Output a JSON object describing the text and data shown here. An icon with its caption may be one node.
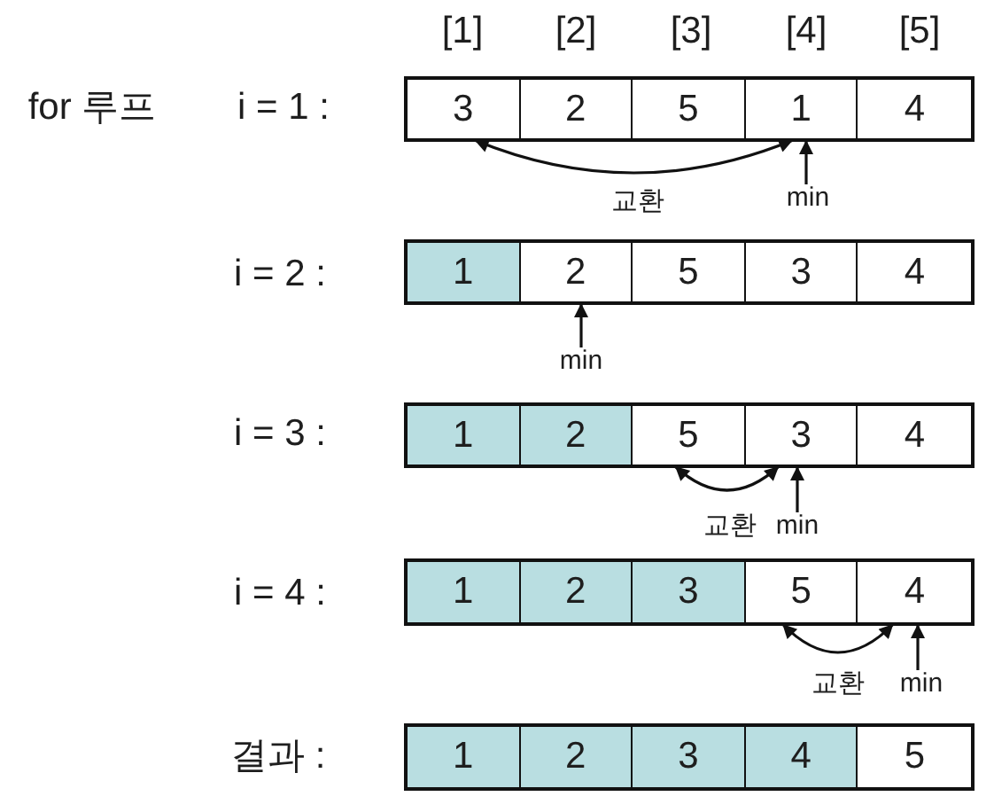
{
  "diagram": {
    "nodes": [
      {
        "text": [],
        "shape": "box",
        "beside": [
          "i = 1 :"
        ]
      },
      {
        "text": [
          "3"
        ],
        "in": 0
      },
      {
        "text": [
          "2"
        ],
        "in": 0
      },
      {
        "text": [
          "5"
        ],
        "in": 0
      },
      {
        "text": [
          "1"
        ],
        "in": 0
      },
      {
        "text": [
          "4"
        ],
        "in": 0
      },
      {
        "text": [
          "min"
        ]
      },
      {
        "text": [],
        "shape": "box",
        "beside": [
          "i = 2 :"
        ]
      },
      {
        "text": [
          "1"
        ],
        "in": 7
      },
      {
        "text": [
          "2"
        ],
        "in": 7
      },
      {
        "text": [
          "5"
        ],
        "in": 7
      },
      {
        "text": [
          "3"
        ],
        "in": 7
      },
      {
        "text": [
          "4"
        ],
        "in": 7
      },
      {
        "text": [
          "min"
        ]
      },
      {
        "text": [],
        "shape": "box",
        "beside": [
          "i = 3 :"
        ]
      },
      {
        "text": [
          "1"
        ],
        "in": 14
      },
      {
        "text": [
          "2"
        ],
        "in": 14
      },
      {
        "text": [
          "5"
        ],
        "in": 14
      },
      {
        "text": [
          "3"
        ],
        "in": 14
      },
      {
        "text": [
          "4"
        ],
        "in": 14
      },
      {
        "text": [
          "min"
        ]
      },
      {
        "text": [],
        "shape": "box",
        "beside": [
          "i = 4 :"
        ]
      },
      {
        "text": [
          "1"
        ],
        "in": 21
      },
      {
        "text": [
          "2"
        ],
        "in": 21
      },
      {
        "text": [
          "3"
        ],
        "in": 21
      },
      {
        "text": [
          "5"
        ],
        "in": 21
      },
      {
        "text": [
          "4"
        ],
        "in": 21
      },
      {
        "text": [
          "min"
        ]
      },
      {
        "text": [],
        "shape": "box",
        "beside": [
          "결과 :"
        ]
      },
      {
        "text": [
          "1"
        ],
        "in": 28
      },
      {
        "text": [
          "2"
        ],
        "in": 28
      },
      {
        "text": [
          "3"
        ],
        "in": 28
      },
      {
        "text": [
          "4"
        ],
        "in": 28
      },
      {
        "text": [
          "5"
        ],
        "in": 28
      }
    ],
    "edges": [
      {
        "from": 1,
        "to": 4,
        "arrow": "both",
        "label": "교환"
      },
      {
        "from": 6,
        "to": 4,
        "arrow": "to"
      },
      {
        "from": 13,
        "to": 9,
        "arrow": "to"
      },
      {
        "from": 17,
        "to": 18,
        "arrow": "both",
        "label": "교환"
      },
      {
        "from": 20,
        "to": 18,
        "arrow": "to"
      },
      {
        "from": 25,
        "to": 26,
        "arrow": "both",
        "label": "교환"
      },
      {
        "from": 27,
        "to": 26,
        "arrow": "to"
      }
    ],
    "labels": [
      "[1]",
      "[2]",
      "[3]",
      "[4]",
      "[5]",
      "for 루프"
    ]
  }
}
